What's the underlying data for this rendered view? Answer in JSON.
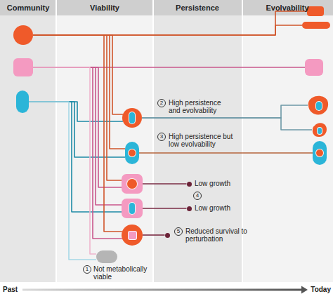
{
  "diagram": {
    "nodes": [
      {
        "text": []
      },
      {
        "text": []
      },
      {
        "text": []
      },
      {
        "text": []
      },
      {
        "text": []
      },
      {
        "text": []
      },
      {
        "text": [
          "2",
          "High persistence and evolvability"
        ]
      },
      {
        "text": [],
        "in": 6
      },
      {
        "text": []
      },
      {
        "text": [],
        "in": 8
      },
      {
        "text": []
      },
      {
        "text": [],
        "in": 10
      },
      {
        "text": [
          "3",
          "High persistence but low evolvability"
        ]
      },
      {
        "text": [],
        "in": 12
      },
      {
        "text": []
      },
      {
        "text": [],
        "in": 14
      },
      {
        "text": []
      },
      {
        "text": [],
        "in": 16
      },
      {
        "text": [
          "Low growth"
        ]
      },
      {
        "text": []
      },
      {
        "text": [],
        "in": 19
      },
      {
        "text": [
          "Low growth"
        ]
      },
      {
        "text": []
      },
      {
        "text": [],
        "in": 22
      },
      {
        "text": [
          "5",
          "Reduced survival to perturbation"
        ]
      },
      {
        "text": [
          "1",
          "Not metabolically viable"
        ]
      }
    ],
    "edges": [
      {
        "from": 0,
        "to": 1,
        "arrow": "none"
      },
      {
        "from": 0,
        "to": 2,
        "arrow": "none"
      },
      {
        "from": 3,
        "to": 4,
        "arrow": "none"
      },
      {
        "from": 0,
        "to": 6,
        "arrow": "none"
      },
      {
        "from": 5,
        "to": 6,
        "arrow": "none"
      },
      {
        "from": 0,
        "to": 12,
        "arrow": "none"
      },
      {
        "from": 5,
        "to": 12,
        "arrow": "none"
      },
      {
        "from": 3,
        "to": 16,
        "arrow": "none"
      },
      {
        "from": 0,
        "to": 16,
        "arrow": "none"
      },
      {
        "from": 3,
        "to": 19,
        "arrow": "none"
      },
      {
        "from": 5,
        "to": 19,
        "arrow": "none"
      },
      {
        "from": 0,
        "to": 22,
        "arrow": "none"
      },
      {
        "from": 3,
        "to": 22,
        "arrow": "none"
      },
      {
        "from": 3,
        "to": 25,
        "arrow": "none"
      },
      {
        "from": 5,
        "to": 25,
        "arrow": "none"
      },
      {
        "from": 6,
        "to": 8,
        "arrow": "none"
      },
      {
        "from": 6,
        "to": 10,
        "arrow": "none"
      },
      {
        "from": 12,
        "to": 14,
        "arrow": "none"
      },
      {
        "from": 16,
        "to": 18,
        "arrow": "none"
      },
      {
        "from": 19,
        "to": 21,
        "arrow": "none"
      },
      {
        "from": 22,
        "to": 24,
        "arrow": "none"
      }
    ],
    "labels": [
      "Community",
      "Viability",
      "Persistence",
      "Evolvability",
      "4",
      "Past",
      "Today"
    ]
  }
}
